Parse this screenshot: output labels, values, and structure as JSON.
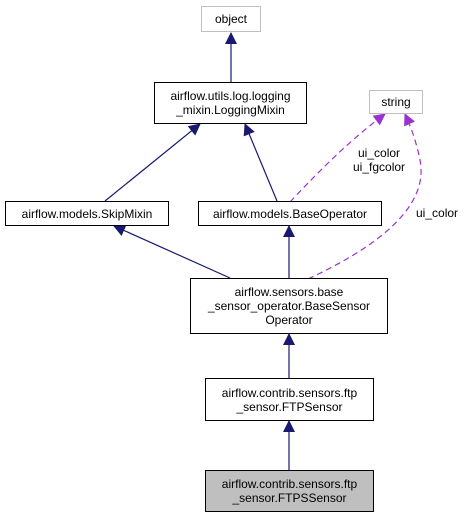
{
  "nodes": {
    "object": {
      "lines": [
        "object"
      ]
    },
    "string": {
      "lines": [
        "string"
      ]
    },
    "logging_mixin": {
      "lines": [
        "airflow.utils.log.logging",
        "_mixin.LoggingMixin"
      ]
    },
    "skip_mixin": {
      "lines": [
        "airflow.models.SkipMixin"
      ]
    },
    "base_operator": {
      "lines": [
        "airflow.models.BaseOperator"
      ]
    },
    "base_sensor": {
      "lines": [
        "airflow.sensors.base",
        "_sensor_operator.BaseSensor",
        "Operator"
      ]
    },
    "ftp_sensor": {
      "lines": [
        "airflow.contrib.sensors.ftp",
        "_sensor.FTPSensor"
      ]
    },
    "ftps_sensor": {
      "lines": [
        "airflow.contrib.sensors.ftp",
        "_sensor.FTPSSensor"
      ]
    }
  },
  "edge_labels": {
    "string_to_base_operator": [
      "ui_color",
      "ui_fgcolor"
    ],
    "string_to_base_sensor": [
      "ui_color"
    ]
  },
  "colors": {
    "inheritance_edge": "#191970",
    "usage_edge": "#9a32cd",
    "focus_fill": "#bfbfbf",
    "external_border": "#bfbfbf"
  }
}
